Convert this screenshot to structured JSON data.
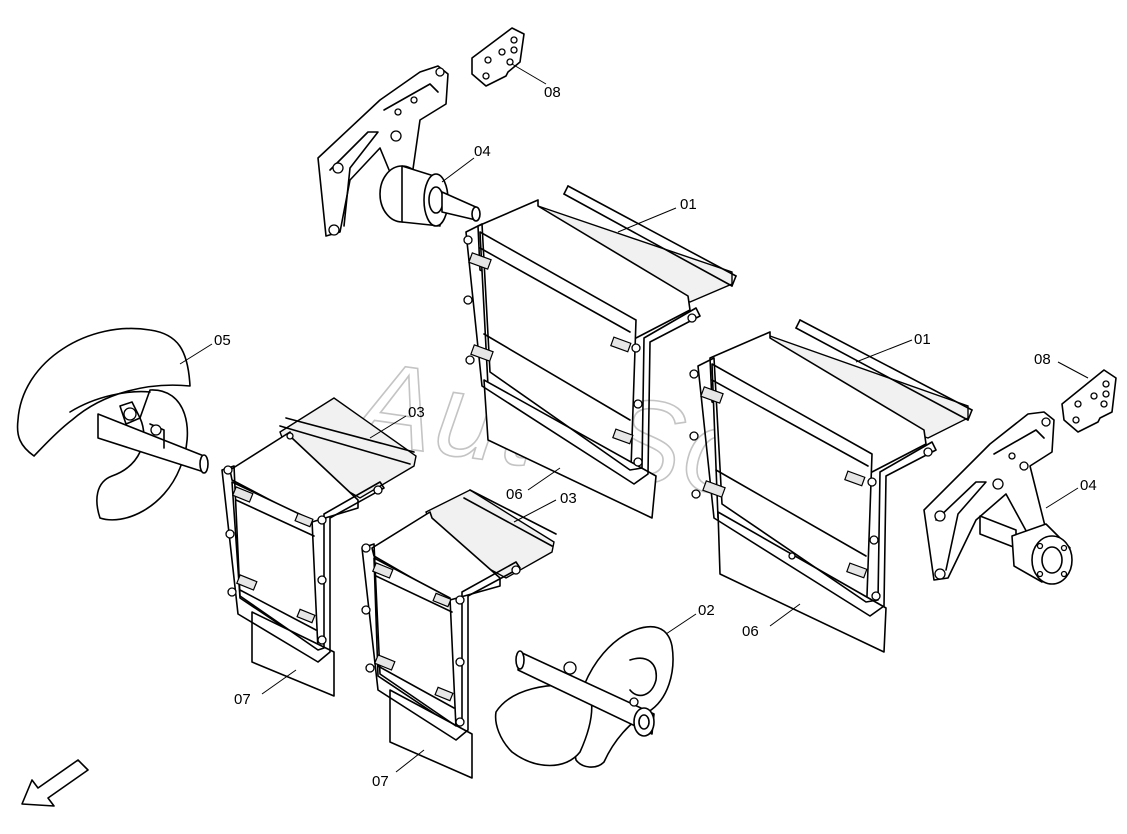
{
  "watermark": "AutoSoft",
  "callouts": [
    {
      "id": "c08a",
      "label": "08"
    },
    {
      "id": "c04a",
      "label": "04"
    },
    {
      "id": "c01a",
      "label": "01"
    },
    {
      "id": "c05",
      "label": "05"
    },
    {
      "id": "c03a",
      "label": "03"
    },
    {
      "id": "c06a",
      "label": "06"
    },
    {
      "id": "c03b",
      "label": "03"
    },
    {
      "id": "c01b",
      "label": "01"
    },
    {
      "id": "c08b",
      "label": "08"
    },
    {
      "id": "c04b",
      "label": "04"
    },
    {
      "id": "c02",
      "label": "02"
    },
    {
      "id": "c06b",
      "label": "06"
    },
    {
      "id": "c07a",
      "label": "07"
    },
    {
      "id": "c07b",
      "label": "07"
    }
  ],
  "icons": {
    "direction": "arrow-down-left-icon"
  }
}
